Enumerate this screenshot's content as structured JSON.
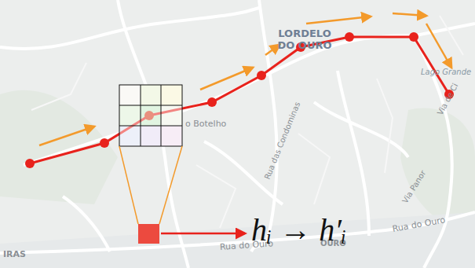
{
  "diagram": {
    "labels": [
      "LORDELO DO OURO",
      "o Botelho",
      "Rua das Condominas",
      "Lago Grande",
      "Via de Ci",
      "Via Panor",
      "IRAS",
      "Rua do Ouro",
      "OURO",
      "Rua do Ouro",
      "hᵢ → h′ᵢ"
    ]
  }
}
